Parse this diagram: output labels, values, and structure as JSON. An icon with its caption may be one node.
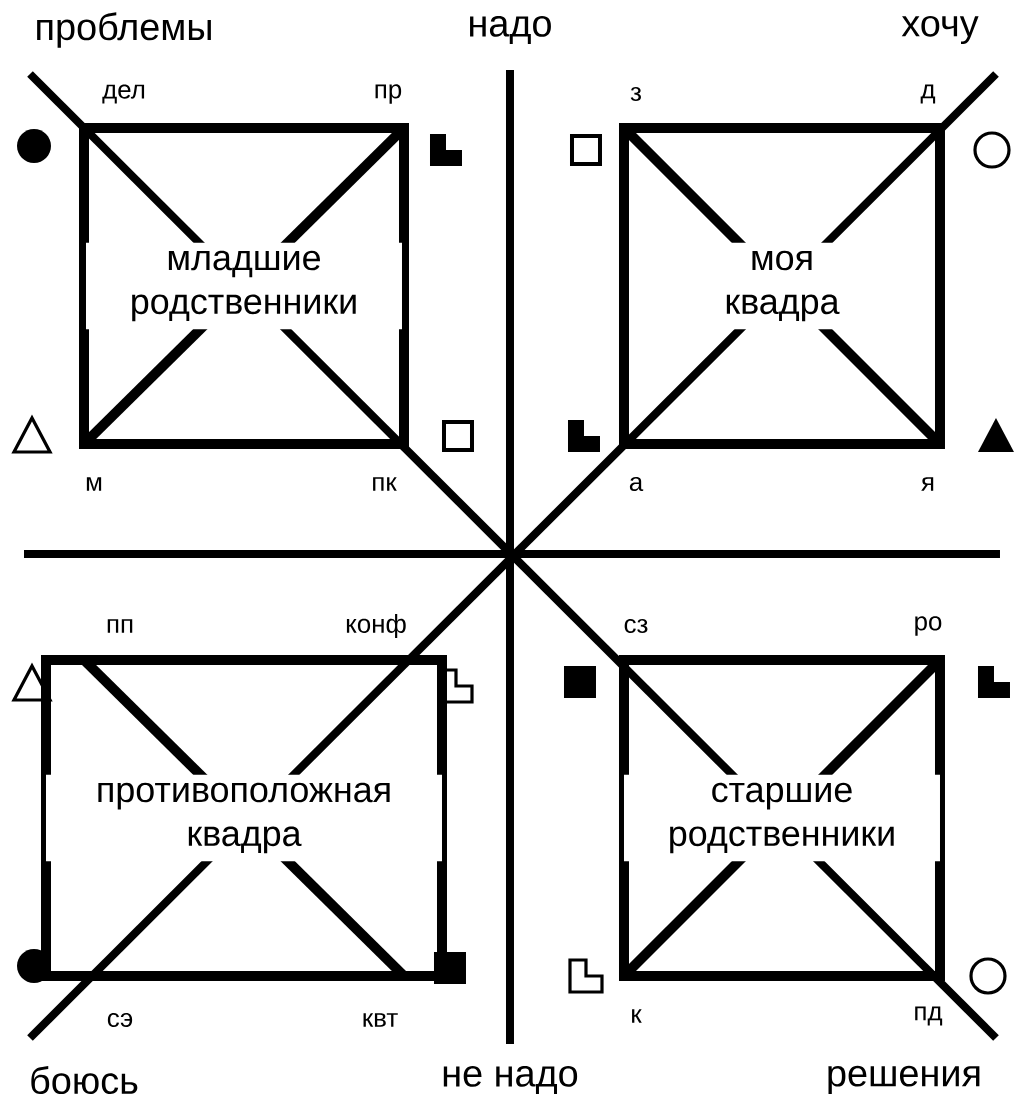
{
  "diagram": {
    "nodes": [
      {
        "text": [
          "младшие родственники"
        ],
        "beside": [
          "дел",
          "пр",
          "м",
          "пк"
        ]
      },
      {
        "text": [
          "моя квадра"
        ],
        "beside": [
          "з",
          "д",
          "а",
          "я"
        ]
      },
      {
        "text": [
          "противоположная квадра"
        ],
        "beside": [
          "пп",
          "конф",
          "сэ",
          "квт"
        ]
      },
      {
        "text": [
          "старшие родственники"
        ],
        "beside": [
          "сз",
          "ро",
          "к",
          "пд"
        ]
      }
    ],
    "labels": [
      "проблемы",
      "надо",
      "хочу",
      "боюсь",
      "не надо",
      "решения"
    ]
  }
}
